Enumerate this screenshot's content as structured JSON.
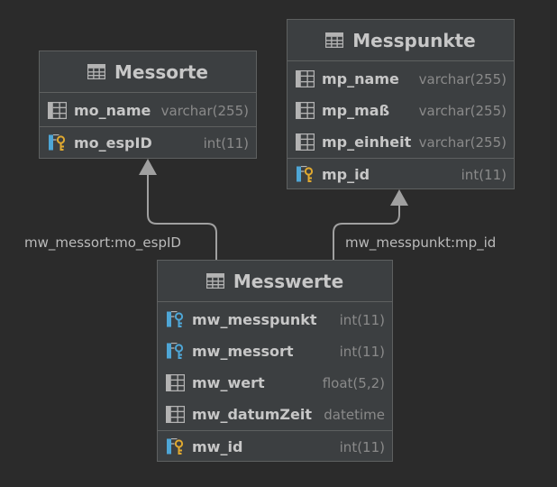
{
  "colors": {
    "background": "#2b2b2b",
    "table_bg": "#3c3f41",
    "border": "#5e6060",
    "text": "#c7c7c7",
    "type_text": "#8a8a8a",
    "edge": "#a0a0a0",
    "fk_blue": "#4ea6d6",
    "pk_gold": "#e0a930"
  },
  "tables": {
    "messorte": {
      "title": "Messorte",
      "columns": [
        {
          "name": "mo_name",
          "type": "varchar(255)",
          "icon": "column-icon"
        },
        {
          "name": "mo_espID",
          "type": "int(11)",
          "icon": "primary-key-icon"
        }
      ]
    },
    "messpunkte": {
      "title": "Messpunkte",
      "columns": [
        {
          "name": "mp_name",
          "type": "varchar(255)",
          "icon": "column-icon"
        },
        {
          "name": "mp_maß",
          "type": "varchar(255)",
          "icon": "column-icon"
        },
        {
          "name": "mp_einheit",
          "type": "varchar(255)",
          "icon": "column-icon"
        },
        {
          "name": "mp_id",
          "type": "int(11)",
          "icon": "primary-key-icon"
        }
      ]
    },
    "messwerte": {
      "title": "Messwerte",
      "columns": [
        {
          "name": "mw_messpunkt",
          "type": "int(11)",
          "icon": "foreign-key-icon"
        },
        {
          "name": "mw_messort",
          "type": "int(11)",
          "icon": "foreign-key-icon"
        },
        {
          "name": "mw_wert",
          "type": "float(5,2)",
          "icon": "column-icon"
        },
        {
          "name": "mw_datumZeit",
          "type": "datetime",
          "icon": "column-icon"
        },
        {
          "name": "mw_id",
          "type": "int(11)",
          "icon": "primary-key-icon"
        }
      ]
    }
  },
  "relations": [
    {
      "label": "mw_messort:mo_espID",
      "from": "messwerte",
      "to": "messorte"
    },
    {
      "label": "mw_messpunkt:mp_id",
      "from": "messwerte",
      "to": "messpunkte"
    }
  ]
}
